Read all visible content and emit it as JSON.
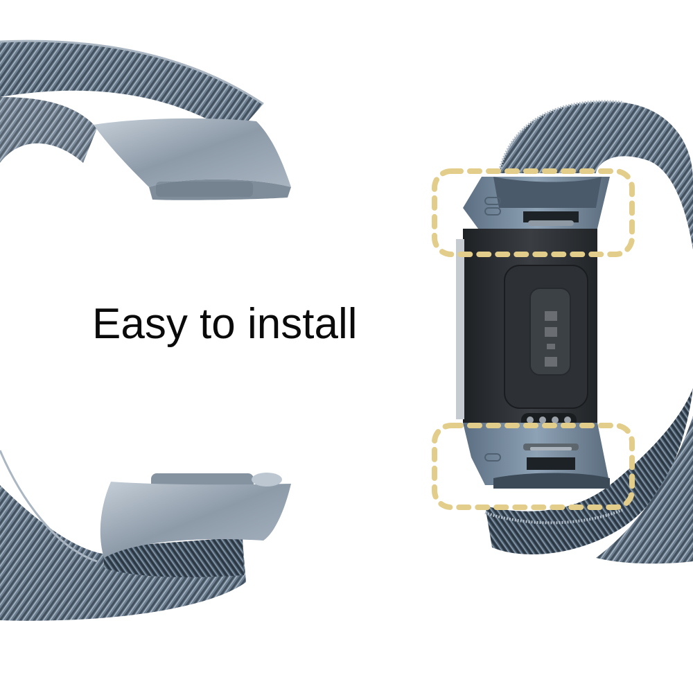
{
  "caption": {
    "text": "Easy to install",
    "color": "#0a0a0a"
  },
  "product": {
    "name": "Milanese mesh watch band",
    "band_color": "#6f8193",
    "band_dark": "#3e4d5c",
    "connector_color": "#9aa7b4",
    "tracker_body_color": "#2c2f33",
    "tracker_frame_color": "#7c8fa3"
  },
  "highlight": {
    "style": "dashed-rounded-rectangle",
    "color": "#e3cd8a",
    "count": 2,
    "labels": [
      "top-connector-zone",
      "bottom-connector-zone"
    ]
  },
  "sensor": {
    "led_count": 4,
    "charging_pins": 4
  }
}
